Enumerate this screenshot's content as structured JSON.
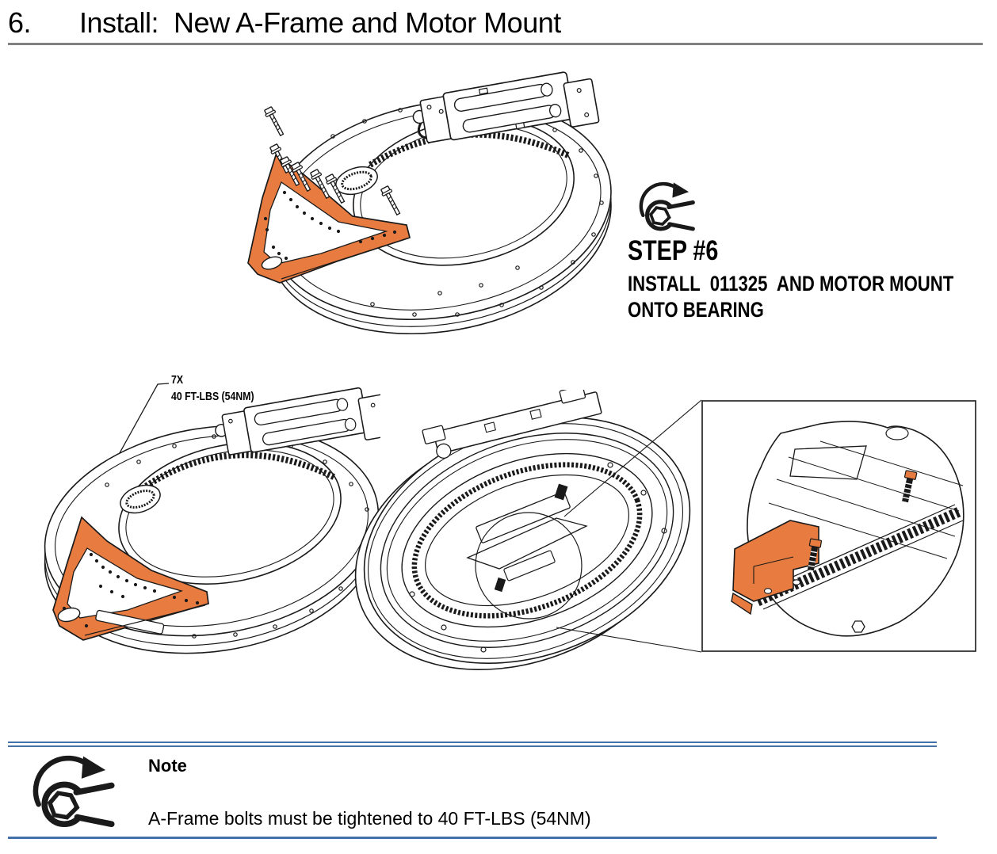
{
  "title": {
    "number": "6.",
    "text": "Install:  New A-Frame and Motor Mount"
  },
  "step": {
    "heading": "STEP #6",
    "line1": "INSTALL  011325  AND MOTOR MOUNT",
    "line2": "ONTO BEARING"
  },
  "torque_callout": {
    "quantity": "7X",
    "torque": "40 FT-LBS (54NM)"
  },
  "note": {
    "heading": "Note",
    "body": "A-Frame bolts must be tightened to 40 FT-LBS (54NM)"
  },
  "colors": {
    "highlight_orange": "#E87B40",
    "title_rule_gray": "#808080",
    "note_rule_blue": "#4472A8",
    "drawing_line": "#1A1A1A"
  }
}
